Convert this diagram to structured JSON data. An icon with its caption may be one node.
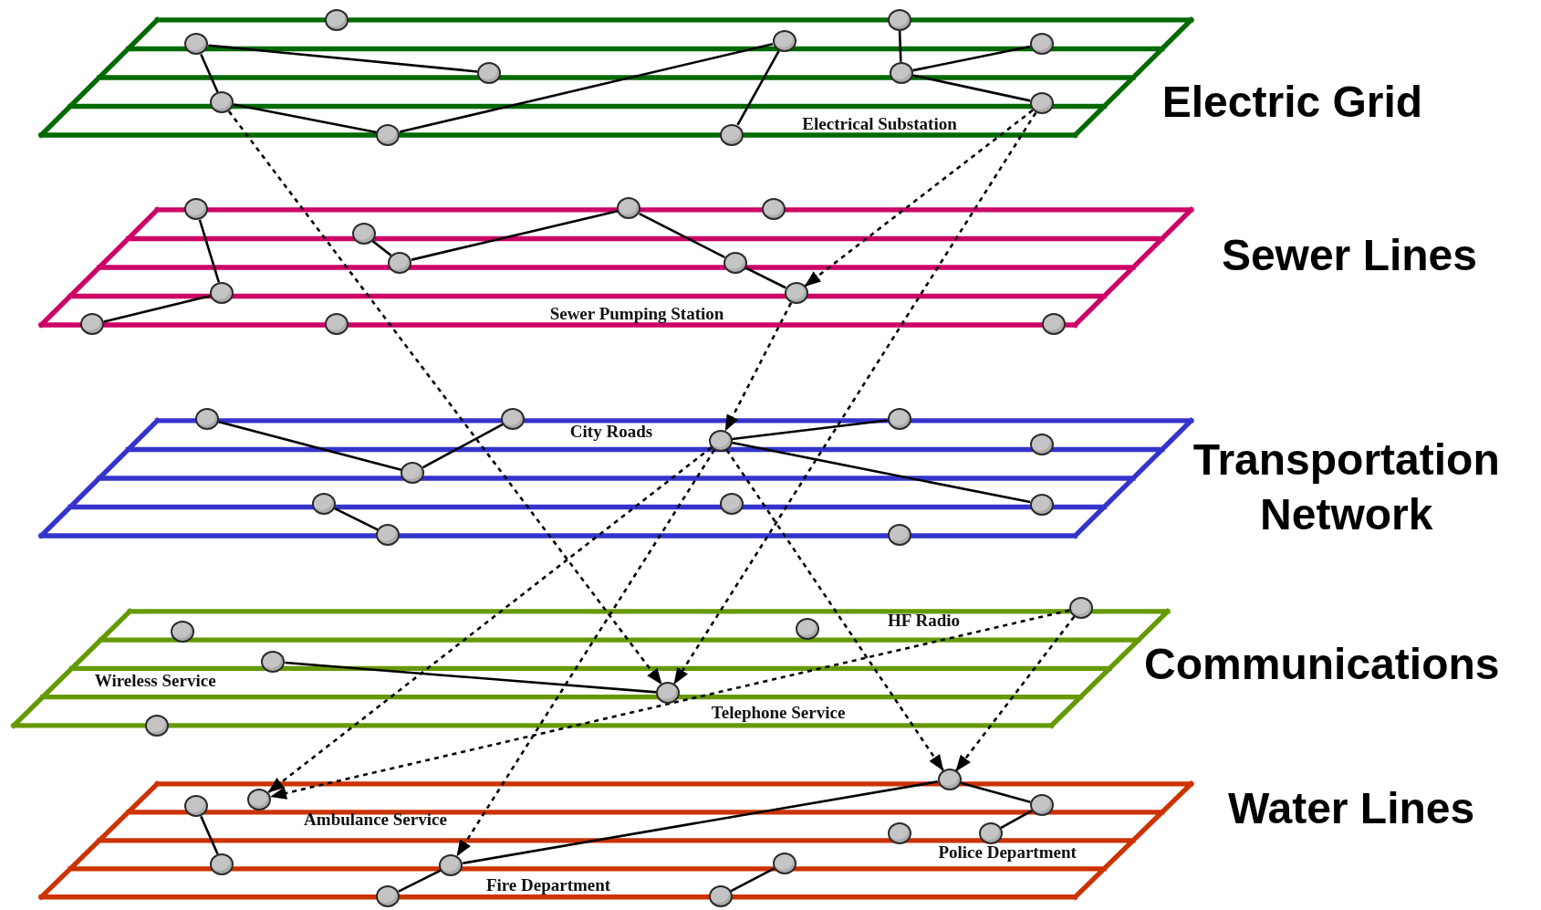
{
  "diagram": {
    "nodes": [
      {
        "text": [
          "Electric Grid"
        ]
      },
      {
        "text": [],
        "shape": "circle",
        "in": 0
      },
      {
        "text": [],
        "shape": "circle",
        "in": 0
      },
      {
        "text": [],
        "shape": "circle",
        "in": 0
      },
      {
        "text": [],
        "shape": "circle",
        "in": 0
      },
      {
        "text": [],
        "shape": "circle",
        "in": 0
      },
      {
        "text": [],
        "shape": "circle",
        "in": 0
      },
      {
        "text": [],
        "shape": "circle",
        "in": 0
      },
      {
        "text": [],
        "shape": "circle",
        "in": 0
      },
      {
        "text": [],
        "shape": "circle",
        "in": 0
      },
      {
        "text": [],
        "shape": "circle",
        "in": 0
      },
      {
        "text": [],
        "shape": "circle",
        "in": 0
      },
      {
        "text": [
          "Sewer Lines"
        ]
      },
      {
        "text": [],
        "shape": "circle",
        "in": 12
      },
      {
        "text": [],
        "shape": "circle",
        "in": 12
      },
      {
        "text": [],
        "shape": "circle",
        "in": 12
      },
      {
        "text": [],
        "shape": "circle",
        "in": 12
      },
      {
        "text": [],
        "shape": "circle",
        "in": 12
      },
      {
        "text": [],
        "shape": "circle",
        "in": 12
      },
      {
        "text": [],
        "shape": "circle",
        "in": 12
      },
      {
        "text": [],
        "shape": "circle",
        "in": 12
      },
      {
        "text": [],
        "shape": "circle",
        "in": 12
      },
      {
        "text": [],
        "shape": "circle",
        "in": 12
      },
      {
        "text": [],
        "shape": "circle",
        "in": 12
      },
      {
        "text": [
          "Transportation Network"
        ]
      },
      {
        "text": [],
        "shape": "circle",
        "in": 24
      },
      {
        "text": [],
        "shape": "circle",
        "in": 24
      },
      {
        "text": [],
        "shape": "circle",
        "in": 24
      },
      {
        "text": [],
        "shape": "circle",
        "in": 24,
        "beside": [
          "City Roads"
        ]
      },
      {
        "text": [],
        "shape": "circle",
        "in": 24
      },
      {
        "text": [],
        "shape": "circle",
        "in": 24
      },
      {
        "text": [],
        "shape": "circle",
        "in": 24
      },
      {
        "text": [],
        "shape": "circle",
        "in": 24
      },
      {
        "text": [],
        "shape": "circle",
        "in": 24
      },
      {
        "text": [],
        "shape": "circle",
        "in": 24
      },
      {
        "text": [],
        "shape": "circle",
        "in": 24
      },
      {
        "text": [
          "Communications"
        ]
      },
      {
        "text": [],
        "shape": "circle",
        "in": 36
      },
      {
        "text": [],
        "shape": "circle",
        "in": 36
      },
      {
        "text": [],
        "shape": "circle",
        "in": 36
      },
      {
        "text": [],
        "shape": "circle",
        "in": 36,
        "beside": [
          "Wireless Service"
        ]
      },
      {
        "text": [],
        "shape": "circle",
        "in": 36,
        "beside": [
          "Telephone Service"
        ]
      },
      {
        "text": [],
        "shape": "circle",
        "in": 36
      },
      {
        "text": [
          "Water Lines"
        ]
      },
      {
        "text": [],
        "shape": "circle",
        "in": 43
      },
      {
        "text": [],
        "shape": "circle",
        "in": 43,
        "beside": [
          "Ambulance Service"
        ]
      },
      {
        "text": [],
        "shape": "circle",
        "in": 43
      },
      {
        "text": [],
        "shape": "circle",
        "in": 43
      },
      {
        "text": [],
        "shape": "circle",
        "in": 43
      },
      {
        "text": [],
        "shape": "circle",
        "in": 43,
        "beside": [
          "Police Department"
        ]
      },
      {
        "text": [],
        "shape": "circle",
        "in": 43
      },
      {
        "text": [],
        "shape": "circle",
        "in": 43
      },
      {
        "text": [],
        "shape": "circle",
        "in": 43,
        "beside": [
          "Fire Department"
        ]
      },
      {
        "text": [],
        "shape": "circle",
        "in": 43
      },
      {
        "text": [],
        "shape": "circle",
        "in": 43
      }
    ],
    "edges": [
      {
        "from": 3,
        "to": 6,
        "arrow": "none"
      },
      {
        "from": 3,
        "to": 8,
        "arrow": "none"
      },
      {
        "from": 8,
        "to": 10,
        "arrow": "none"
      },
      {
        "from": 10,
        "to": 4,
        "arrow": "none"
      },
      {
        "from": 4,
        "to": 11,
        "arrow": "none"
      },
      {
        "from": 2,
        "to": 7,
        "arrow": "none"
      },
      {
        "from": 7,
        "to": 5,
        "arrow": "none"
      },
      {
        "from": 7,
        "to": 9,
        "arrow": "none"
      },
      {
        "from": 13,
        "to": 19,
        "arrow": "none"
      },
      {
        "from": 19,
        "to": 21,
        "arrow": "none"
      },
      {
        "from": 16,
        "to": 17,
        "arrow": "none"
      },
      {
        "from": 17,
        "to": 14,
        "arrow": "none"
      },
      {
        "from": 14,
        "to": 18,
        "arrow": "none"
      },
      {
        "from": 18,
        "to": 20,
        "arrow": "none"
      },
      {
        "from": 25,
        "to": 30,
        "arrow": "none"
      },
      {
        "from": 30,
        "to": 26,
        "arrow": "none"
      },
      {
        "from": 28,
        "to": 27,
        "arrow": "none"
      },
      {
        "from": 28,
        "to": 33,
        "arrow": "none"
      },
      {
        "from": 31,
        "to": 34,
        "arrow": "none"
      },
      {
        "from": 40,
        "to": 41,
        "arrow": "none"
      },
      {
        "from": 46,
        "to": 50,
        "arrow": "none"
      },
      {
        "from": 52,
        "to": 53,
        "arrow": "none"
      },
      {
        "from": 52,
        "to": 44,
        "arrow": "none"
      },
      {
        "from": 44,
        "to": 47,
        "arrow": "none"
      },
      {
        "from": 47,
        "to": 49,
        "arrow": "none"
      },
      {
        "from": 54,
        "to": 51,
        "arrow": "none"
      },
      {
        "from": 8,
        "to": 41,
        "arrow": "to",
        "style": "dashed"
      },
      {
        "from": 9,
        "to": 20,
        "arrow": "to",
        "style": "dashed"
      },
      {
        "from": 9,
        "to": 41,
        "arrow": "to",
        "style": "dashed"
      },
      {
        "from": 20,
        "to": 28,
        "arrow": "to",
        "style": "dashed"
      },
      {
        "from": 28,
        "to": 45,
        "arrow": "to",
        "style": "dashed"
      },
      {
        "from": 37,
        "to": 45,
        "arrow": "to",
        "style": "dashed"
      },
      {
        "from": 28,
        "to": 52,
        "arrow": "to",
        "style": "dashed"
      },
      {
        "from": 28,
        "to": 44,
        "arrow": "to",
        "style": "dashed"
      },
      {
        "from": 37,
        "to": 44,
        "arrow": "to",
        "style": "dashed"
      }
    ],
    "labels": [
      "Electrical Substation",
      "Sewer Pumping Station",
      "HF Radio"
    ]
  }
}
